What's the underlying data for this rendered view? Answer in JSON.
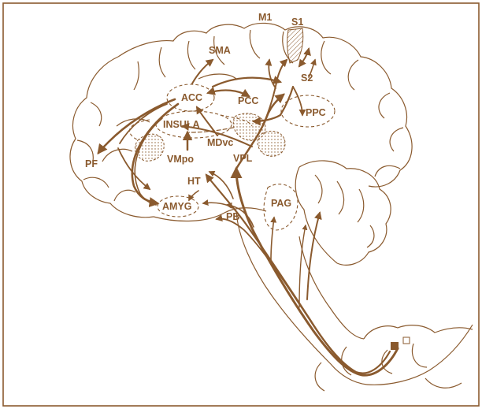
{
  "colors": {
    "ink": "#8a5a2e",
    "background": "#ffffff"
  },
  "labels": {
    "m1": "M1",
    "s1": "S1",
    "sma": "SMA",
    "s2": "S2",
    "acc": "ACC",
    "pcc": "PCC",
    "ppc": "PPC",
    "insula": "INSULA",
    "pf": "PF",
    "mdvc": "MDvc",
    "vmpo": "VMpo",
    "vpl": "VPL",
    "ht": "HT",
    "amyg": "AMYG",
    "pag": "PAG",
    "pb": "PB"
  }
}
